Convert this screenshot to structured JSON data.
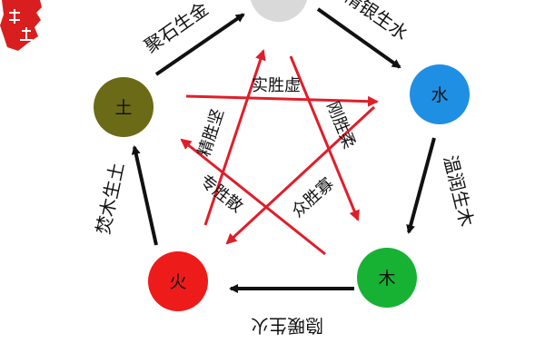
{
  "nodes": {
    "metal": {
      "label": "",
      "color": "#d9d9d9"
    },
    "water": {
      "label": "水",
      "color": "#1f8fe3"
    },
    "wood": {
      "label": "木",
      "color": "#17b233"
    },
    "fire": {
      "label": "火",
      "color": "#ee1b1b"
    },
    "earth": {
      "label": "土",
      "color": "#6b6a17"
    }
  },
  "generating": [
    "聚石生金",
    "精银生水",
    "温润生木",
    "隐暖生火",
    "焚木生土"
  ],
  "overcoming": [
    "实胜虚",
    "刚胜柔",
    "众胜寡",
    "专胜散",
    "精胜坚"
  ],
  "arrow_color": "#111111",
  "star_color": "#e01e2a",
  "stamp": {
    "text": "开运",
    "color": "#d81e1e"
  }
}
